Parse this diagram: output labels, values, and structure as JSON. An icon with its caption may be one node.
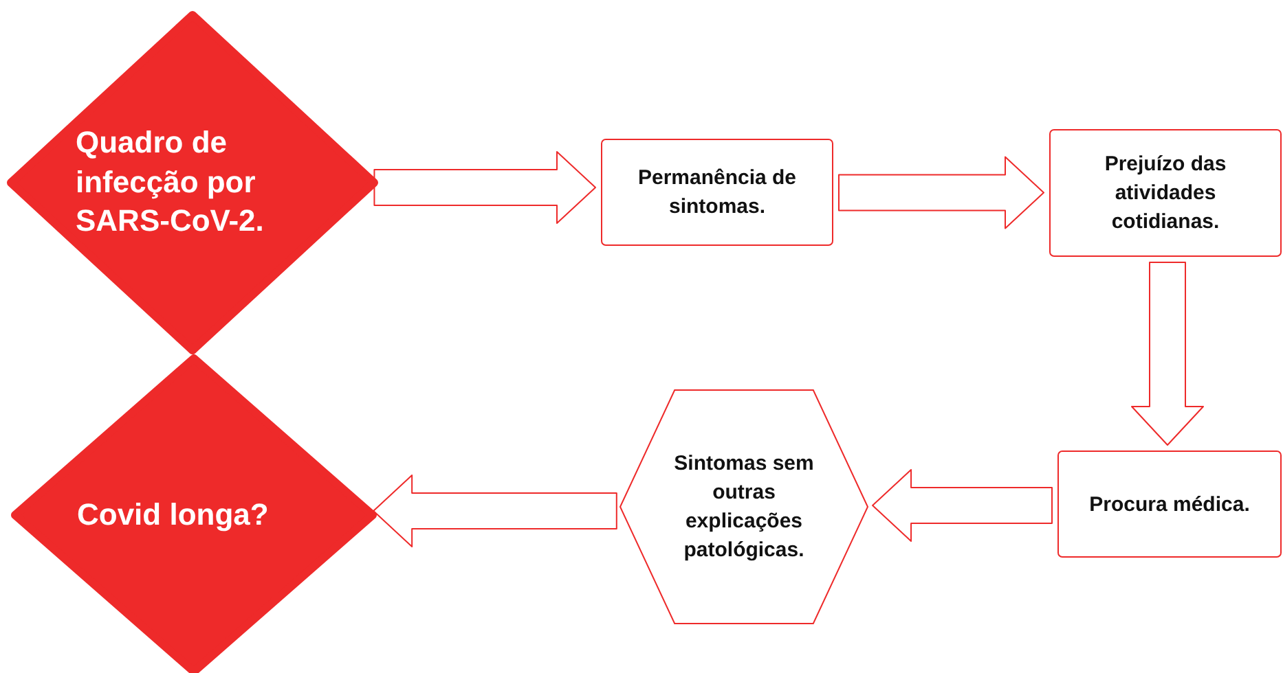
{
  "diagram": {
    "nodes": [
      {
        "text": [
          "Quadro de infecção por SARS-CoV-2."
        ]
      },
      {
        "text": [
          "Permanência de sintomas."
        ]
      },
      {
        "text": [
          "Prejuízo das atividades cotidianas."
        ]
      },
      {
        "text": [
          "Procura médica."
        ]
      },
      {
        "text": [
          "Sintomas sem outras explicações patológicas."
        ]
      },
      {
        "text": [
          "Covid longa?"
        ]
      }
    ],
    "edges": [
      {
        "from": 0,
        "to": 1,
        "arrow": "to"
      },
      {
        "from": 1,
        "to": 2,
        "arrow": "to"
      },
      {
        "from": 2,
        "to": 3,
        "arrow": "to"
      },
      {
        "from": 3,
        "to": 4,
        "arrow": "to"
      },
      {
        "from": 4,
        "to": 5,
        "arrow": "to"
      }
    ]
  }
}
